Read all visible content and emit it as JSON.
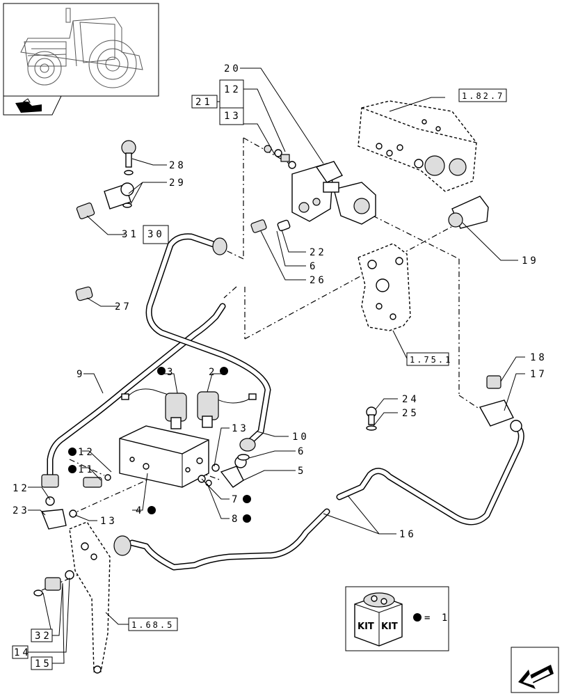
{
  "callouts": [
    {
      "id": "20",
      "text": "20"
    },
    {
      "id": "12a",
      "text": "12"
    },
    {
      "id": "21",
      "text": "21"
    },
    {
      "id": "13a",
      "text": "13"
    },
    {
      "id": "ref-1827",
      "text": "1.82.7"
    },
    {
      "id": "28",
      "text": "28"
    },
    {
      "id": "29",
      "text": "29"
    },
    {
      "id": "31",
      "text": "31"
    },
    {
      "id": "30",
      "text": "30"
    },
    {
      "id": "22",
      "text": "22"
    },
    {
      "id": "6a",
      "text": "6"
    },
    {
      "id": "26",
      "text": "26"
    },
    {
      "id": "19",
      "text": "19"
    },
    {
      "id": "27",
      "text": "27"
    },
    {
      "id": "ref-1751",
      "text": "1.75.1"
    },
    {
      "id": "9",
      "text": "9"
    },
    {
      "id": "3",
      "text": "3"
    },
    {
      "id": "2",
      "text": "2"
    },
    {
      "id": "18",
      "text": "18"
    },
    {
      "id": "17",
      "text": "17"
    },
    {
      "id": "24",
      "text": "24"
    },
    {
      "id": "25",
      "text": "25"
    },
    {
      "id": "13b",
      "text": "13"
    },
    {
      "id": "10",
      "text": "10"
    },
    {
      "id": "12b",
      "text": "12"
    },
    {
      "id": "6b",
      "text": "6"
    },
    {
      "id": "11",
      "text": "11"
    },
    {
      "id": "5",
      "text": "5"
    },
    {
      "id": "12c",
      "text": "12"
    },
    {
      "id": "7",
      "text": "7"
    },
    {
      "id": "23",
      "text": "23"
    },
    {
      "id": "4",
      "text": "4"
    },
    {
      "id": "13c",
      "text": "13"
    },
    {
      "id": "8",
      "text": "8"
    },
    {
      "id": "16",
      "text": "16"
    },
    {
      "id": "ref-1685",
      "text": "1.68.5"
    },
    {
      "id": "32",
      "text": "32"
    },
    {
      "id": "14",
      "text": "14"
    },
    {
      "id": "15",
      "text": "15"
    }
  ],
  "legend": {
    "kit_text_left": "KIT",
    "kit_text_right": "KIT",
    "equals": "= 1"
  },
  "colors": {
    "ink": "#000000",
    "paper": "#ffffff"
  }
}
